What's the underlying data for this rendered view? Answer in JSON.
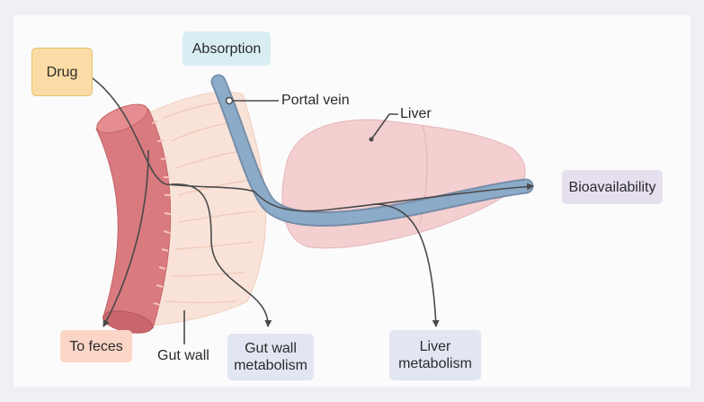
{
  "labels": {
    "drug": "Drug",
    "absorption": "Absorption",
    "portal_vein": "Portal vein",
    "liver": "Liver",
    "bioavailability": "Bioavailability",
    "to_feces": "To feces",
    "gut_wall": "Gut wall",
    "gut_wall_metabolism": "Gut wall\nmetabolism",
    "liver_metabolism": "Liver\nmetabolism"
  },
  "colors": {
    "background": "#eef0f3",
    "canvas": "#fbfbfc",
    "drug_box": "#fbdca6",
    "absorption_box": "#d9eef3",
    "bioavailability_box": "#e6e0ee",
    "to_feces_box": "#fbd6c6",
    "metabolism_box": "#e2e6f2",
    "intestine": "#d97a7f",
    "gut_wall": "#f9e3d8",
    "liver": "#f3cfd0",
    "portal_vein": "#7f9fbf",
    "arrow": "#4a4a4a"
  }
}
